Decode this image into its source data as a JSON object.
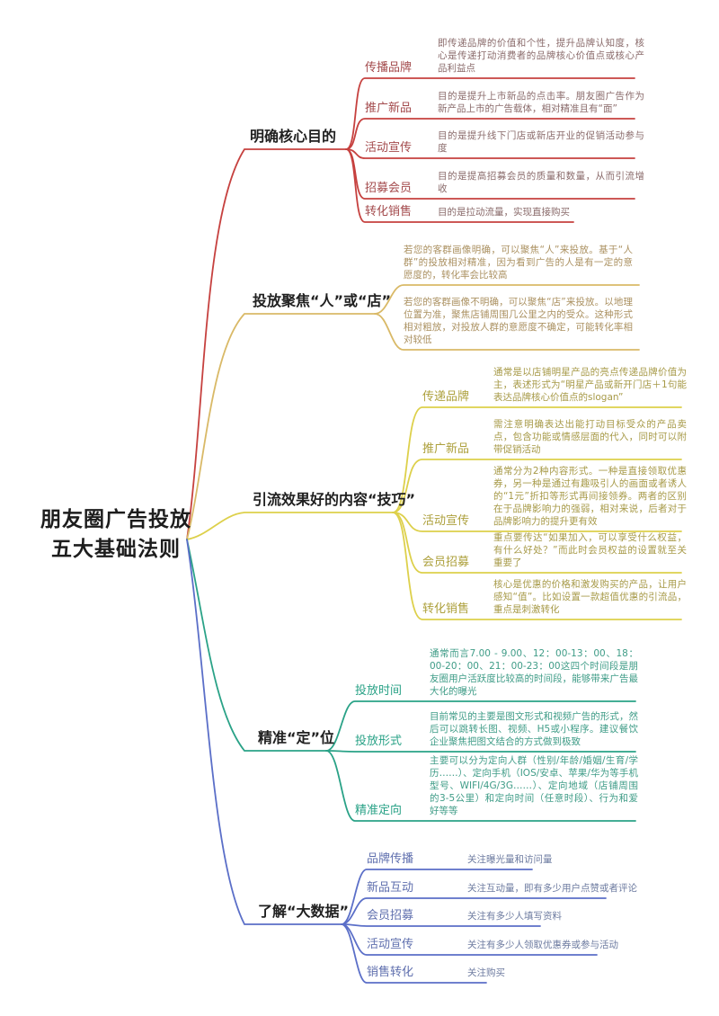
{
  "central_topic": {
    "line1": "朋友圈广告投放",
    "line2": "五大基础法则"
  },
  "colors": {
    "branch1": "#c6413f",
    "branch2": "#d9b967",
    "branch3": "#ddd04b",
    "bran4_teal": "#2aa287",
    "branch5": "#5b6fc8"
  },
  "branches": [
    {
      "label": "明确核心目的",
      "color": "#c6413f",
      "children": [
        {
          "label": "传播品牌",
          "desc": "即传递品牌的价值和个性，提升品牌认知度，核心是传递打动消费者的品牌核心价值点或核心产品利益点"
        },
        {
          "label": "推广新品",
          "desc": "目的是提升上市新品的点击率。朋友圈广告作为新产品上市的广告载体，相对精准且有“面”"
        },
        {
          "label": "活动宣传",
          "desc": "目的是提升线下门店或新店开业的促销活动参与度"
        },
        {
          "label": "招募会员",
          "desc": "目的是提高招募会员的质量和数量，从而引流增收"
        },
        {
          "label": "转化销售",
          "desc": "目的是拉动流量，实现直接购买"
        }
      ]
    },
    {
      "label": "投放聚焦“人”或“店”",
      "color": "#d9b967",
      "children": [
        {
          "label": "",
          "desc": "若您的客群画像明确，可以聚焦“人”来投放。基于“人群”的投放相对精准，因为看到广告的人是有一定的意愿度的，转化率会比较高"
        },
        {
          "label": "",
          "desc": "若您的客群画像不明确，可以聚焦“店”来投放。以地理位置为准，聚焦店铺周围几公里之内的受众。这种形式相对粗放，对投放人群的意愿度不确定，可能转化率相对较低"
        }
      ]
    },
    {
      "label": "引流效果好的内容“技巧”",
      "color": "#ddd04b",
      "children": [
        {
          "label": "传递品牌",
          "desc": "通常是以店铺明星产品的亮点传递品牌价值为主，表述形式为“明星产品或新开门店＋1句能表达品牌核心价值点的slogan”"
        },
        {
          "label": "推广新品",
          "desc": "需注意明确表达出能打动目标受众的产品卖点，包含功能或情感层面的代入，同时可以附带促销活动"
        },
        {
          "label": "活动宣传",
          "desc": "通常分为2种内容形式。一种是直接领取优惠券，另一种是通过有趣吸引人的画面或者诱人的“1元”折扣等形式再间接领券。两者的区别在于品牌影响力的强弱，相对来说，后者对于品牌影响力的提升更有效"
        },
        {
          "label": "会员招募",
          "desc": "重点要传达“如果加入，可以享受什么权益，有什么好处？”而此时会员权益的设置就至关重要了"
        },
        {
          "label": "转化销售",
          "desc": "核心是优惠的价格和激发购买的产品，让用户感知“值”。比如设置一款超值优惠的引流品，重点是刺激转化"
        }
      ]
    },
    {
      "label": "精准“定”位",
      "color": "#2aa287",
      "children": [
        {
          "label": "投放时间",
          "desc": "通常而言7.00 - 9.00、12：00-13：00、18：00-20：00、21：00-23：00这四个时间段是朋友圈用户活跃度比较高的时间段，能够带来广告最大化的曝光"
        },
        {
          "label": "投放形式",
          "desc": "目前常见的主要是图文形式和视频广告的形式，然后可以跳转长图、视频、H5或小程序。建议餐饮企业聚焦把图文结合的方式做到极致"
        },
        {
          "label": "精准定向",
          "desc": "主要可以分为定向人群（性别/年龄/婚姻/生育/学历……）、定向手机（IOS/安卓、苹果/华为等手机型号、WIFI/4G/3G……）、定向地域（店铺周围的3-5公里）和定向时间（任意时段）、行为和爱好等等"
        }
      ]
    },
    {
      "label": "了解“大数据”",
      "color": "#5b6fc8",
      "children": [
        {
          "label": "品牌传播",
          "desc": "关注曝光量和访问量"
        },
        {
          "label": "新品互动",
          "desc": "关注互动量，即有多少用户点赞或者评论"
        },
        {
          "label": "会员招募",
          "desc": "关注有多少人填写资料"
        },
        {
          "label": "活动宣传",
          "desc": "关注有多少人领取优惠券或参与活动"
        },
        {
          "label": "销售转化",
          "desc": "关注购买"
        }
      ]
    }
  ]
}
